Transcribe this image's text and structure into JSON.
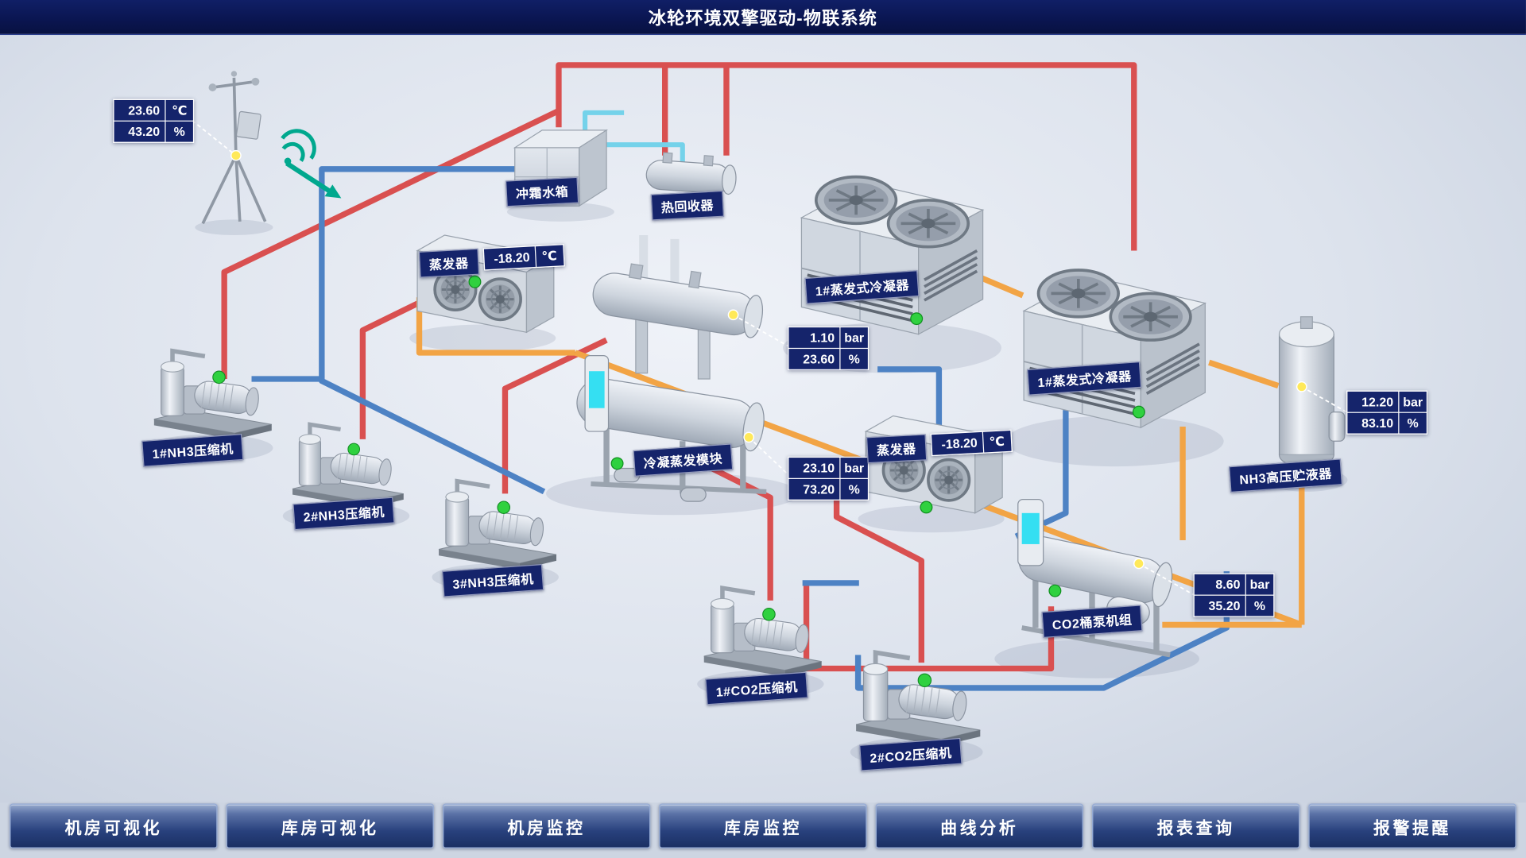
{
  "header": {
    "title": "冰轮环境双擎驱动-物联系统"
  },
  "weather": {
    "temp": "23.60",
    "temp_unit": "℃",
    "humidity": "43.20",
    "humidity_unit": "%"
  },
  "equipment": {
    "defrost_tank": {
      "label": "冲霜水箱"
    },
    "heat_recovery": {
      "label": "热回收器"
    },
    "evaporator_left": {
      "label": "蒸发器",
      "temp": "-18.20",
      "temp_unit": "℃"
    },
    "evaporator_right": {
      "label": "蒸发器",
      "temp": "-18.20",
      "temp_unit": "℃"
    },
    "condenser_1": {
      "label": "1#蒸发式冷凝器"
    },
    "condenser_2": {
      "label": "1#蒸发式冷凝器"
    },
    "cond_evap_module": {
      "label": "冷凝蒸发模块",
      "upper": {
        "pressure": "1.10",
        "pressure_unit": "bar",
        "level": "23.60",
        "level_unit": "%"
      },
      "lower": {
        "pressure": "23.10",
        "pressure_unit": "bar",
        "level": "73.20",
        "level_unit": "%"
      }
    },
    "nh3_receiver": {
      "label": "NH3高压贮液器",
      "pressure": "12.20",
      "pressure_unit": "bar",
      "level": "83.10",
      "level_unit": "%"
    },
    "co2_pump_unit": {
      "label": "CO2桶泵机组",
      "pressure": "8.60",
      "pressure_unit": "bar",
      "level": "35.20",
      "level_unit": "%"
    },
    "compressors": [
      {
        "label": "1#NH3压缩机"
      },
      {
        "label": "2#NH3压缩机"
      },
      {
        "label": "3#NH3压缩机"
      },
      {
        "label": "1#CO2压缩机"
      },
      {
        "label": "2#CO2压缩机"
      }
    ]
  },
  "nav": {
    "items": [
      {
        "label": "机房可视化"
      },
      {
        "label": "库房可视化"
      },
      {
        "label": "机房监控"
      },
      {
        "label": "库房监控"
      },
      {
        "label": "曲线分析"
      },
      {
        "label": "报表查询"
      },
      {
        "label": "报警提醒"
      }
    ]
  },
  "colors": {
    "header_bg": "#0a1550",
    "label_bg": "#15246b",
    "pipe_red": "#d95050",
    "pipe_blue": "#4d82c4",
    "pipe_orange": "#f2a445",
    "pipe_cyan": "#74d2ea",
    "status_green": "#2fd13f",
    "sensor_dot_yellow": "#ffe959",
    "wifi_teal": "#00a88e"
  }
}
